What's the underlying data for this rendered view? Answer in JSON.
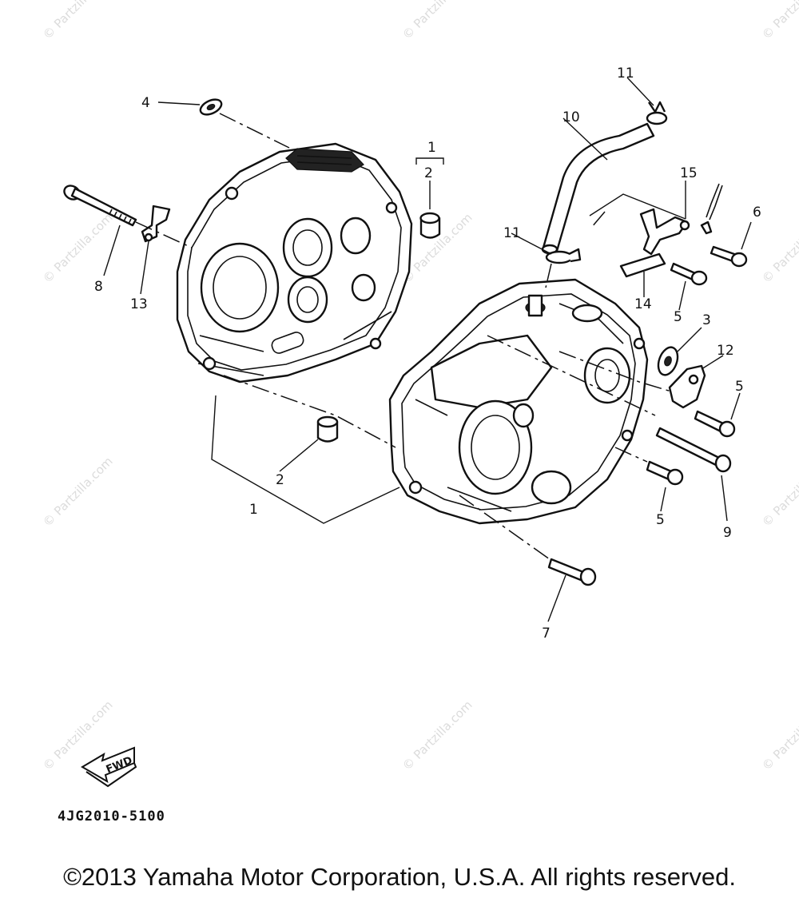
{
  "diagram": {
    "callouts": [
      {
        "id": "c1a",
        "label": "1"
      },
      {
        "id": "c2a",
        "label": "2"
      },
      {
        "id": "c1b",
        "label": "1"
      },
      {
        "id": "c2b",
        "label": "2"
      },
      {
        "id": "c3",
        "label": "3"
      },
      {
        "id": "c4",
        "label": "4"
      },
      {
        "id": "c5a",
        "label": "5"
      },
      {
        "id": "c5b",
        "label": "5"
      },
      {
        "id": "c5c",
        "label": "5"
      },
      {
        "id": "c6",
        "label": "6"
      },
      {
        "id": "c7",
        "label": "7"
      },
      {
        "id": "c8",
        "label": "8"
      },
      {
        "id": "c9",
        "label": "9"
      },
      {
        "id": "c10",
        "label": "10"
      },
      {
        "id": "c11a",
        "label": "11"
      },
      {
        "id": "c11b",
        "label": "11"
      },
      {
        "id": "c12",
        "label": "12"
      },
      {
        "id": "c13",
        "label": "13"
      },
      {
        "id": "c14",
        "label": "14"
      },
      {
        "id": "c15",
        "label": "15"
      }
    ],
    "fwd_label": "FWD",
    "diagram_code": "4JG2010-5100",
    "watermark_text": "© Partzilla.com",
    "copyright": "©2013 Yamaha Motor Corporation, U.S.A. All rights reserved."
  }
}
